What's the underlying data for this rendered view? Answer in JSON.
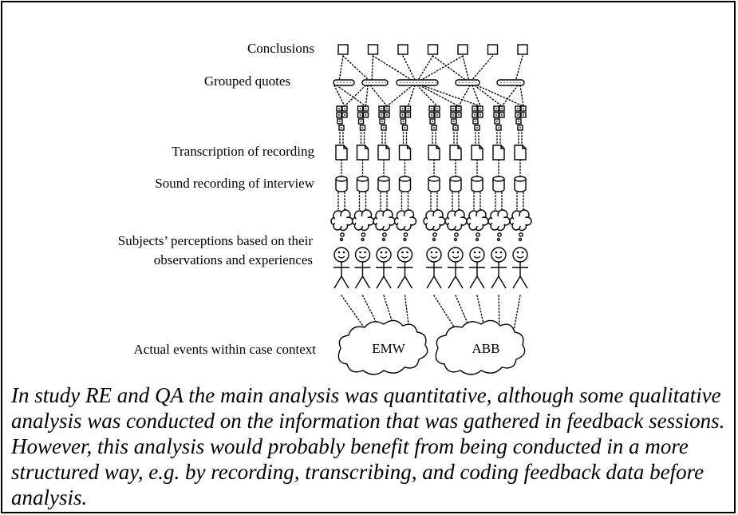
{
  "diagram": {
    "levels": {
      "conclusions": "Conclusions",
      "grouped_quotes": "Grouped quotes",
      "transcription": "Transcription of recording",
      "sound_recording": "Sound recording of interview",
      "perceptions_line1": "Subjects’ perceptions based on their",
      "perceptions_line2": "observations and experiences",
      "events": "Actual events within case context"
    },
    "cases": [
      {
        "label": "EMW",
        "subjects": 4
      },
      {
        "label": "ABB",
        "subjects": 5
      }
    ],
    "conclusions_count": 7,
    "quote_groups_count": 5,
    "icons": {
      "conclusion": "square-icon",
      "quote_group": "rounded-bar-icon",
      "quotes": "quote-boxes-icon",
      "transcription": "document-icon",
      "recording": "cylinder-icon",
      "perception": "thought-cloud-icon",
      "subject": "stick-figure-icon",
      "case": "cloud-icon"
    }
  },
  "caption": "In study RE and QA the main analysis was quantitative, although some qualitative analysis was conducted on the information that was gathered in feedback sessions. However, this analysis would probably benefit from being conducted in a more structured way, e.g. by recording, transcribing, and coding feedback data before analysis."
}
